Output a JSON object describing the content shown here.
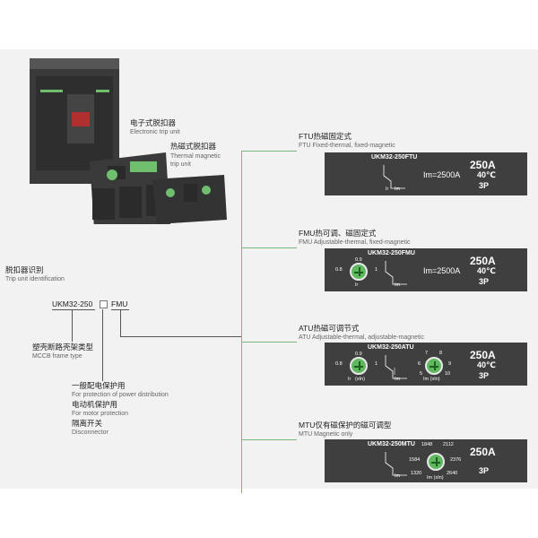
{
  "labels": {
    "electronic_cn": "电子式脱扣器",
    "electronic_en": "Electronic trip unit",
    "thermal_cn": "热磁式脱扣器",
    "thermal_en1": "Thermal magnetic",
    "thermal_en2": "trip unit",
    "ident_cn": "脱扣器识别",
    "ident_en": "Trip unit identification",
    "ukm": "UKM32-250",
    "fmu_code": "FMU",
    "frame_cn": "塑壳断路壳架类型",
    "frame_en": "MCCB frame type",
    "dist_cn": "一般配电保护用",
    "dist_en": "For protection of power distribution",
    "motor_cn": "电动机保护用",
    "motor_en": "For motor protection",
    "disc_cn": "隔离开关",
    "disc_en": "Disconnector"
  },
  "units": [
    {
      "title_cn": "FTU热磁固定式",
      "title_en": "FTU Fixed-thermal, fixed-magnetic",
      "model": "UKM32-250FTU",
      "im": "Im=2500A",
      "amp": "250A",
      "deg": "40℃",
      "poles": "3P",
      "ir_lbl": "Ir",
      "im_lbl": "Im"
    },
    {
      "title_cn": "FMU热可调、磁固定式",
      "title_en": "FMU Adjustable-thermal, fixed-magnetic",
      "model": "UKM32-250FMU",
      "im": "Im=2500A",
      "amp": "250A",
      "deg": "40℃",
      "poles": "3P",
      "d_top": "0.9",
      "d_left": "0.8",
      "d_right": "1",
      "ir_lbl": "Ir",
      "im_lbl": "Im"
    },
    {
      "title_cn": "ATU热磁可调节式",
      "title_en": "ATU Adjustable-thermal, adjustable-magnetic",
      "model": "UKM32-250ATU",
      "amp": "250A",
      "deg": "40℃",
      "poles": "3P",
      "d_top": "0.9",
      "d_left": "0.8",
      "d_right": "1",
      "ir_lbl": "Ir",
      "xin_lbl": "(xIn)",
      "im_lbl": "Im",
      "m_7": "7",
      "m_8": "8",
      "m_6": "6",
      "m_9": "9",
      "m_5": "5",
      "m_10": "10",
      "im_xin": "Im (xIn)"
    },
    {
      "title_cn": "MTU仅有磁保护的磁可调型",
      "title_en": "MTU Magnetic only",
      "model": "UKM32-250MTU",
      "amp": "250A",
      "poles": "3P",
      "v1848": "1848",
      "v2112": "2112",
      "v1584": "1584",
      "v2376": "2376",
      "v1320": "1320",
      "v2640": "2640",
      "im_lbl": "Im",
      "im_xin": "Im (xIn)"
    }
  ],
  "colors": {
    "green_line": "#7ab87a",
    "panel": "#3f3f3f",
    "dial": "#5fb85f"
  }
}
